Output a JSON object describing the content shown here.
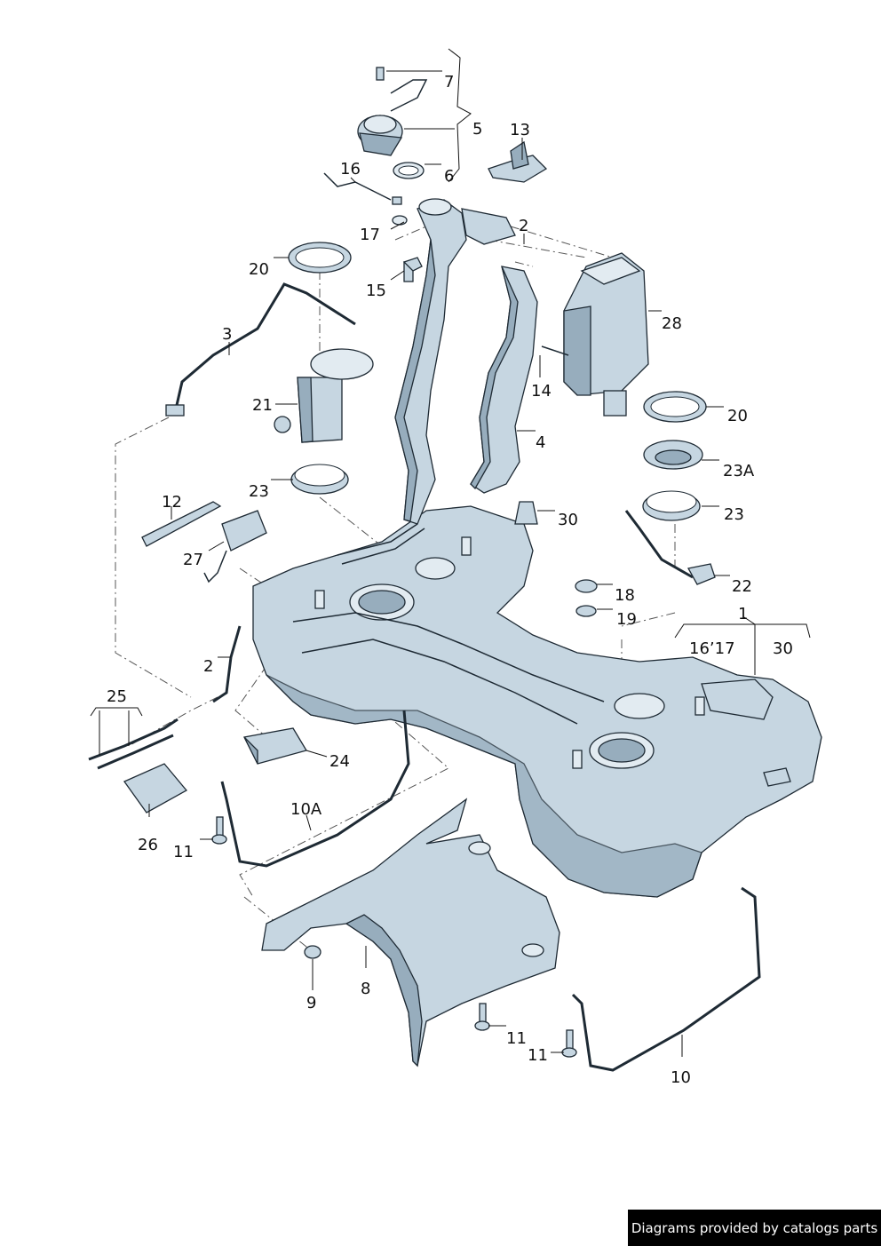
{
  "callouts": {
    "n7": "7",
    "n5": "5",
    "n6": "6",
    "n13": "13",
    "n16": "16",
    "n2a": "2",
    "n17": "17",
    "n20a": "20",
    "n15": "15",
    "n28": "28",
    "n3": "3",
    "n14": "14",
    "n21": "21",
    "n20b": "20",
    "n4": "4",
    "n23A": "23A",
    "n23a": "23",
    "n23b": "23",
    "n12": "12",
    "n30a": "30",
    "n27": "27",
    "n22": "22",
    "n18": "18",
    "n19": "19",
    "n1": "1",
    "n16_17": "16’17",
    "n30b": "30",
    "n2b": "2",
    "n25": "25",
    "n24": "24",
    "n10A": "10A",
    "n26": "26",
    "n11a": "11",
    "n9": "9",
    "n8": "8",
    "n11b": "11",
    "n11c": "11",
    "n10": "10"
  },
  "footer": {
    "credit": "Diagrams provided by catalogs parts"
  },
  "colors": {
    "part_fill": "#c6d6e1",
    "part_shadow": "#97adbd",
    "outline": "#1e2a34",
    "credit_bg": "#000000"
  }
}
